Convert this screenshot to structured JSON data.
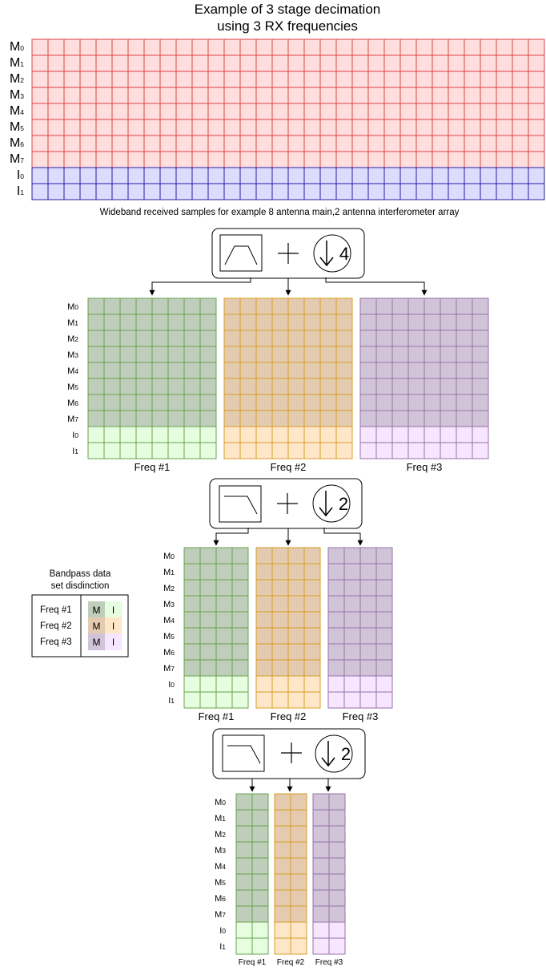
{
  "title": {
    "line1": "Example of 3 stage decimation",
    "line2": "using 3 RX frequencies"
  },
  "wideband": {
    "caption": "Wideband received samples for example 8 antenna main,2 antenna interferometer array",
    "main_rows": [
      "M0",
      "M1",
      "M2",
      "M3",
      "M4",
      "M5",
      "M6",
      "M7"
    ],
    "interf_rows": [
      "I0",
      "I1"
    ],
    "num_columns": 32,
    "main_fill": "#ffdede",
    "main_stroke": "#e04040",
    "interf_fill": "#dcdcff",
    "interf_stroke": "#2020a0"
  },
  "stages": [
    {
      "filter": "bandpass-filter-icon",
      "decimation_factor": "4",
      "columns_out": 8
    },
    {
      "filter": "lowpass-filter-icon",
      "decimation_factor": "2",
      "columns_out": 4
    },
    {
      "filter": "lowpass-filter-icon",
      "decimation_factor": "2",
      "columns_out": 2
    }
  ],
  "frequencies": [
    {
      "label": "Freq #1",
      "main_fill": "#bfcdbb",
      "interf_fill": "#e6fde0",
      "stroke": "#6aa34f"
    },
    {
      "label": "Freq #2",
      "main_fill": "#e4cbb0",
      "interf_fill": "#fee6c8",
      "stroke": "#d89d2a"
    },
    {
      "label": "Freq #3",
      "main_fill": "#d2c4d8",
      "interf_fill": "#f7e6ff",
      "stroke": "#9473a8"
    }
  ],
  "legend": {
    "title_line1": "Bandpass data",
    "title_line2": "set disdinction",
    "main_symbol": "M",
    "interf_symbol": "I"
  }
}
